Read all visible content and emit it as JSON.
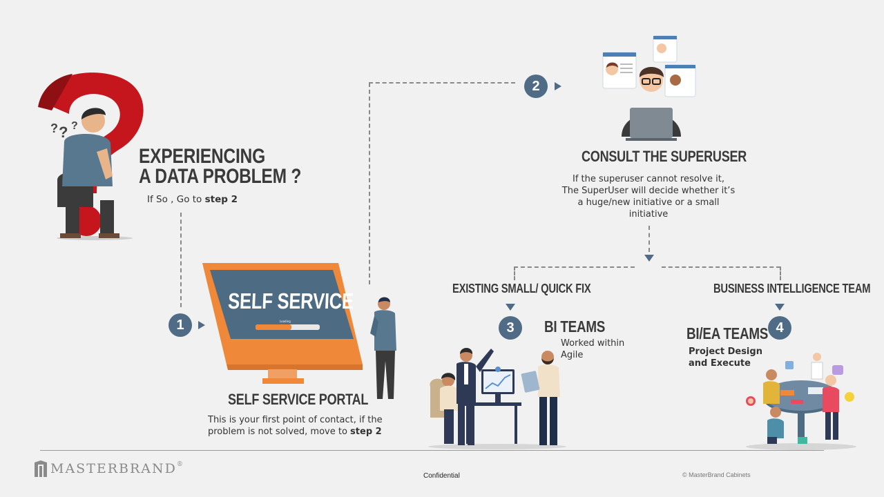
{
  "problem": {
    "title_line1": "EXPERIENCING",
    "title_line2": "A DATA PROBLEM ?",
    "sub_prefix": "If So , Go to ",
    "sub_bold": "step 2",
    "icon": "question-mark-person-icon"
  },
  "step1": {
    "number": "1",
    "screen_text": "SELF SERVICE",
    "loading_text": "Loading",
    "title": "SELF SERVICE PORTAL",
    "desc_line1": "This is your first point of contact, if the",
    "desc_line2_prefix": "problem  is not solved, move to ",
    "desc_line2_bold": "step 2"
  },
  "step2": {
    "number": "2",
    "title": "CONSULT THE SUPERUSER",
    "desc_line1": "If the  superuser cannot resolve it,",
    "desc_line2": "The SuperUser will decide whether it’s",
    "desc_line3": "a huge/new initiative or a small",
    "desc_line4": "initiative"
  },
  "step3": {
    "number": "3",
    "branch_label": "EXISTING SMALL/ QUICK FIX",
    "title": "BI TEAMS",
    "desc_line1": "Worked  within",
    "desc_line2": "Agile"
  },
  "step4": {
    "number": "4",
    "branch_label": "BUSINESS INTELLIGENCE TEAM",
    "title": "BI/EA TEAMS",
    "desc_line1": "Project Design",
    "desc_line2": "and Execute"
  },
  "footer": {
    "logo_text": "MASTERBRAND",
    "trademark": "®",
    "center": "Confidential",
    "right": "© MasterBrand Cabinets"
  },
  "colors": {
    "circle": "#4f6b85",
    "monitor_orange": "#f0883a",
    "screen_blue": "#4d6b82",
    "question_red": "#c4161c"
  }
}
